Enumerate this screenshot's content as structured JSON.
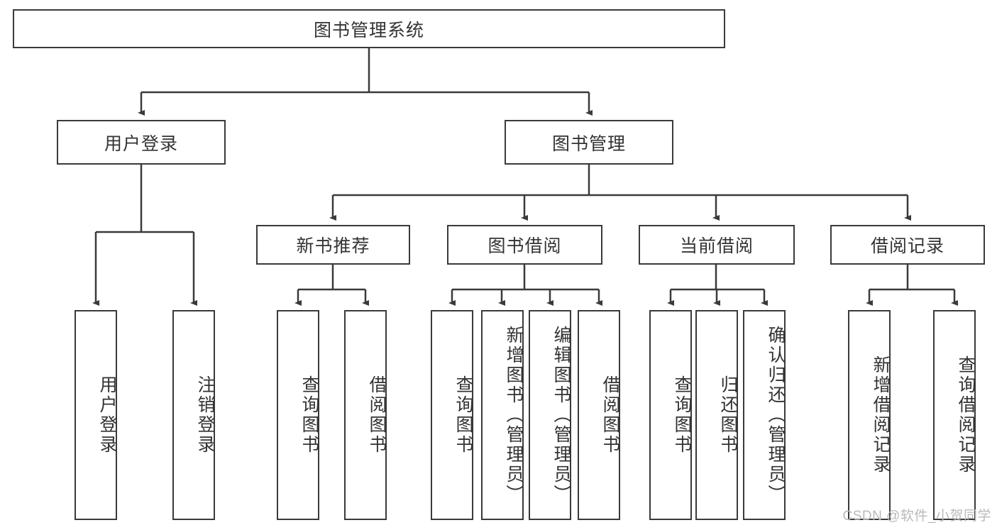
{
  "diagram": {
    "type": "tree",
    "title": "图书管理系统",
    "watermark": "CSDN @软件_小贺同学",
    "colors": {
      "stroke": "#3a3a3a",
      "fill": "#ffffff",
      "text": "#333333",
      "watermark": "#b9b9b9"
    },
    "nodes": {
      "root": "图书管理系统",
      "level2": {
        "user_login": "用户登录",
        "book_manage": "图书管理"
      },
      "level3": {
        "new_book_recommend": "新书推荐",
        "book_borrow": "图书借阅",
        "current_borrow": "当前借阅",
        "borrow_record": "借阅记录"
      },
      "leaves": {
        "user_login_1": "用户登录",
        "user_login_2": "注销登录",
        "recommend_1": "查询图书",
        "recommend_2": "借阅图书",
        "borrow_1": "查询图书",
        "borrow_2": "新增图书（管理员）",
        "borrow_3": "编辑图书（管理员）",
        "borrow_4": "借阅图书",
        "current_1": "查询图书",
        "current_2": "归还图书",
        "current_3": "确认归还（管理员）",
        "record_1": "新增借阅记录",
        "record_2": "查询借阅记录"
      }
    }
  }
}
